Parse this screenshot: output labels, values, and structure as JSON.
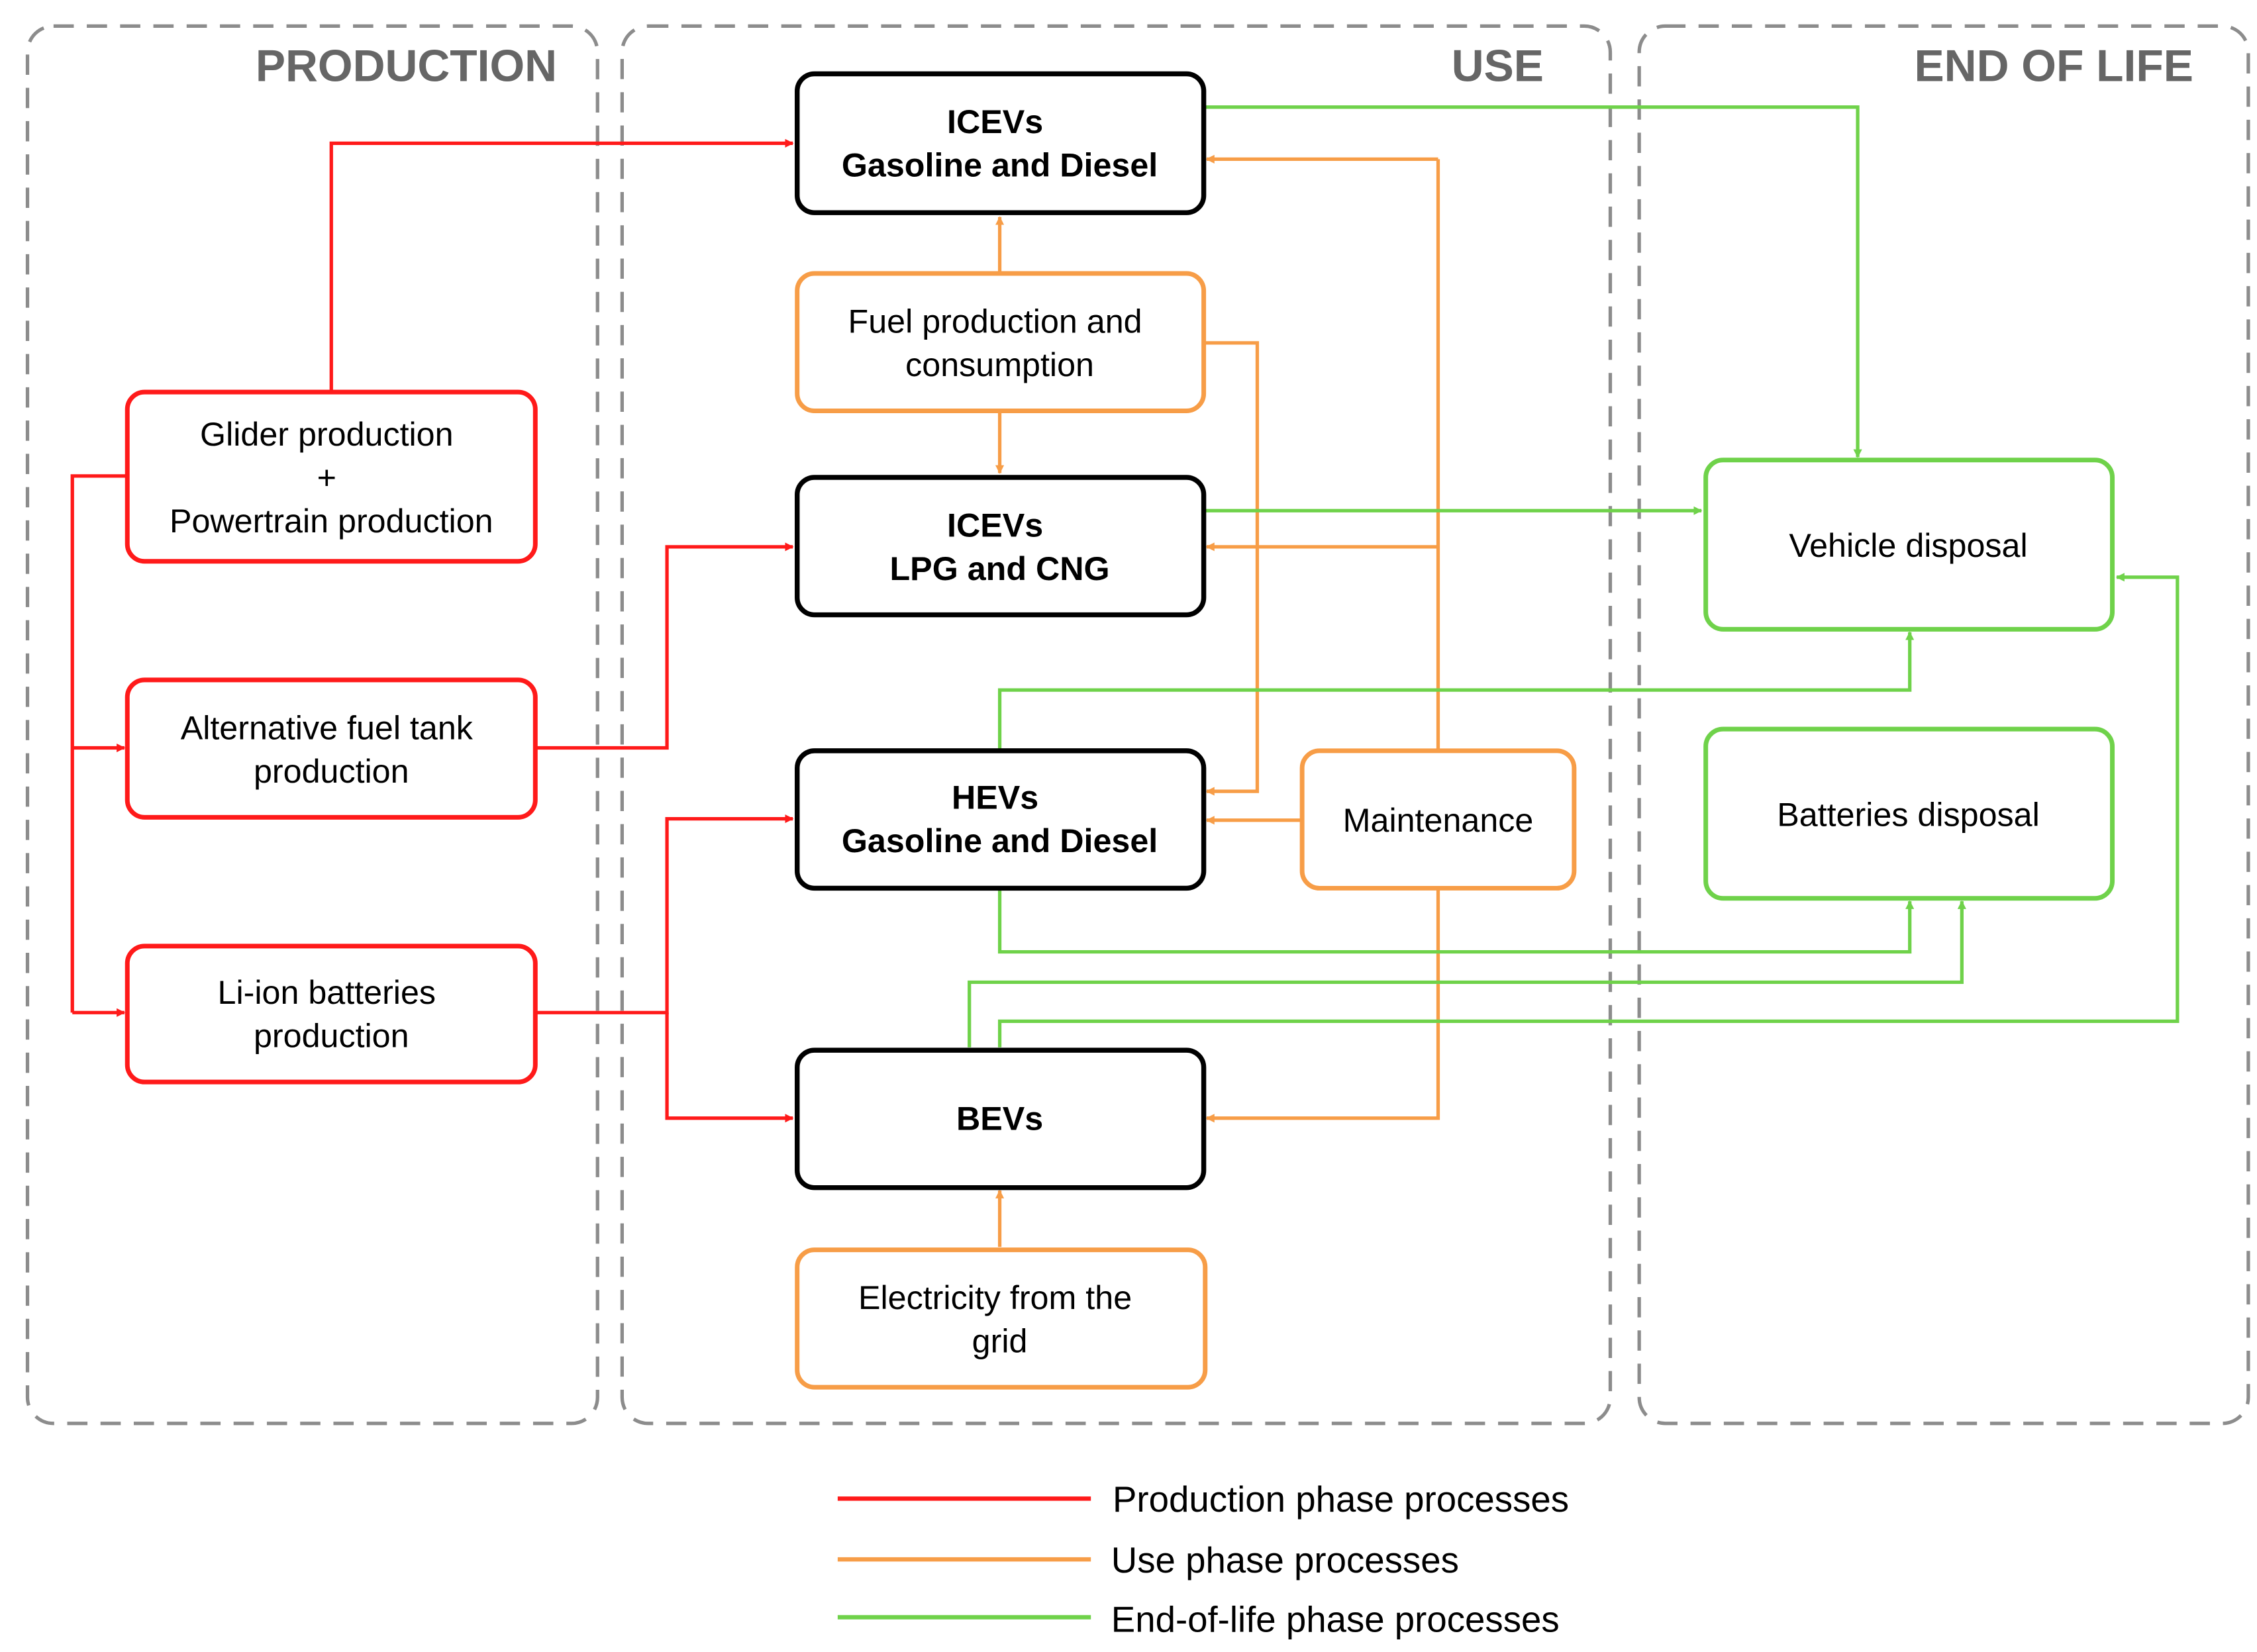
{
  "phases": {
    "production": "PRODUCTION",
    "use": "USE",
    "end_of_life": "END OF LIFE"
  },
  "nodes": {
    "glider": [
      "Glider production",
      "+",
      "Powertrain production"
    ],
    "fuel_tank": [
      "Alternative fuel tank",
      "production"
    ],
    "batteries_prod": [
      "Li-ion batteries",
      "production"
    ],
    "icev_gd": [
      "ICEVs",
      "Gasoline and Diesel"
    ],
    "fuel": [
      "Fuel production and",
      "consumption"
    ],
    "icev_lpg": [
      "ICEVs",
      "LPG and CNG"
    ],
    "hev": [
      "HEVs",
      "Gasoline and Diesel"
    ],
    "maintenance": [
      "Maintenance"
    ],
    "bev": [
      "BEVs"
    ],
    "electricity": [
      "Electricity from the",
      "grid"
    ],
    "vehicle_disposal": [
      "Vehicle disposal"
    ],
    "batteries_disposal": [
      "Batteries disposal"
    ]
  },
  "legend": {
    "production": "Production phase processes",
    "use": "Use phase processes",
    "end_of_life": "End-of-life phase processes"
  },
  "colors": {
    "production": "#ff1a1a",
    "use": "#f79d47",
    "end_of_life": "#6fd24a",
    "vehicle": "#000000",
    "phase_border": "#8c8c8c"
  }
}
